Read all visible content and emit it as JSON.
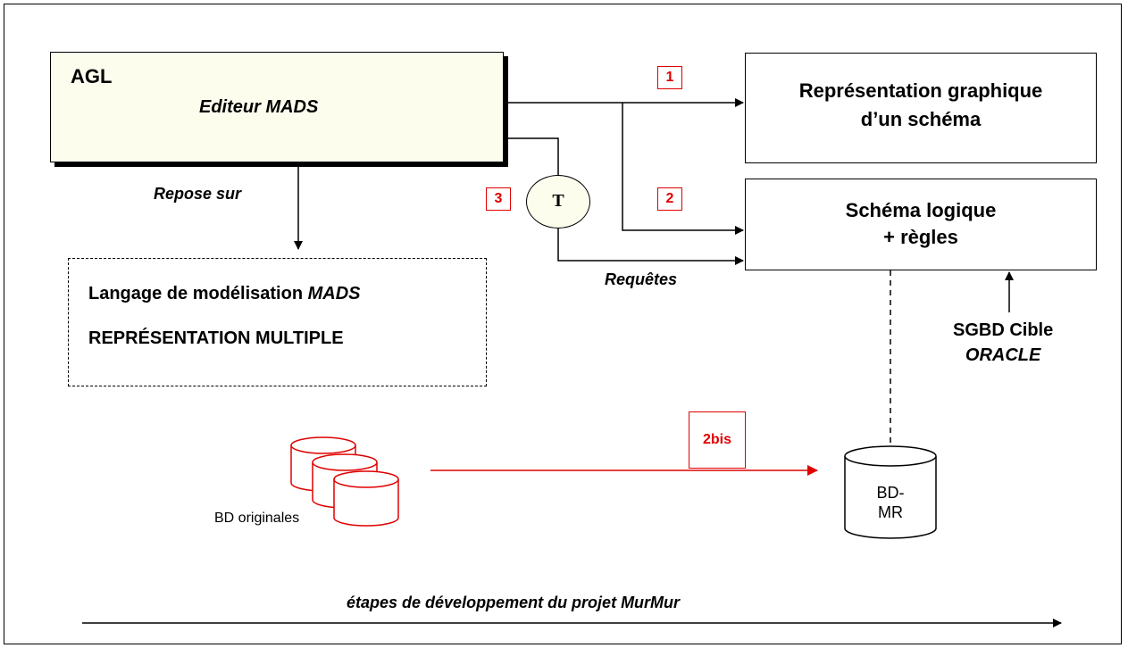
{
  "agl": {
    "title": "AGL",
    "subtitle": "Editeur MADS"
  },
  "representation": {
    "line1": "Représentation graphique",
    "line2": "d’un schéma"
  },
  "schema": {
    "line1": "Schéma logique",
    "line2": "+ règles"
  },
  "language": {
    "line1_prefix": "Langage de modélisation ",
    "line1_italic": "MADS",
    "line2": "REPRÉSENTATION MULTIPLE"
  },
  "labels": {
    "repose_sur": "Repose sur",
    "requetes": "Requêtes",
    "sgbd_line1": "SGBD Cible",
    "sgbd_line2": "ORACLE",
    "bd_originales": "BD originales",
    "etapes": "étapes de développement du projet MurMur"
  },
  "steps": {
    "s1": "1",
    "s2": "2",
    "s3": "3",
    "s2bis": "2bis"
  },
  "transform": "T",
  "bdmr": {
    "line1": "BD-",
    "line2": "MR"
  },
  "colors": {
    "accent_red": "#e00000",
    "box_fill": "#fdfdee",
    "line": "#000000"
  }
}
